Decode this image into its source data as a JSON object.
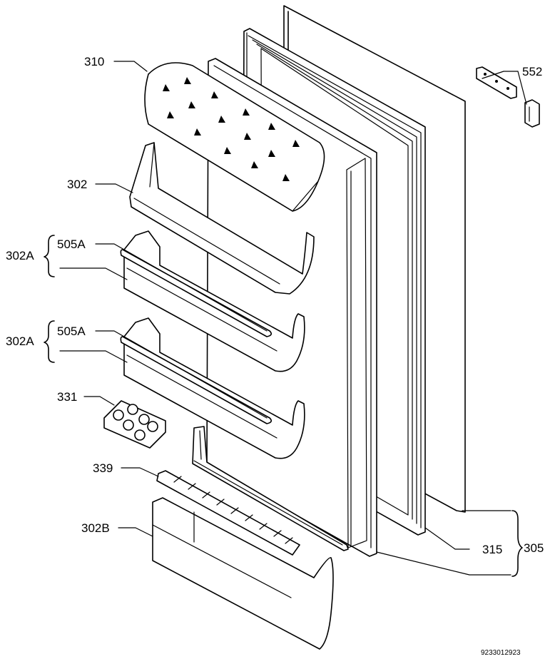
{
  "labels": {
    "door_shelf_top": "310",
    "door_bin": "302",
    "door_bin_a_1": "302A",
    "bar_a_1": "505A",
    "door_bin_a_2": "302A",
    "bar_a_2": "505A",
    "egg_tray": "331",
    "bottle_rack": "339",
    "door_bin_b": "302B",
    "hinge": "552",
    "gasket": "315",
    "door_assembly": "305"
  },
  "drawing_code": "9233012923"
}
